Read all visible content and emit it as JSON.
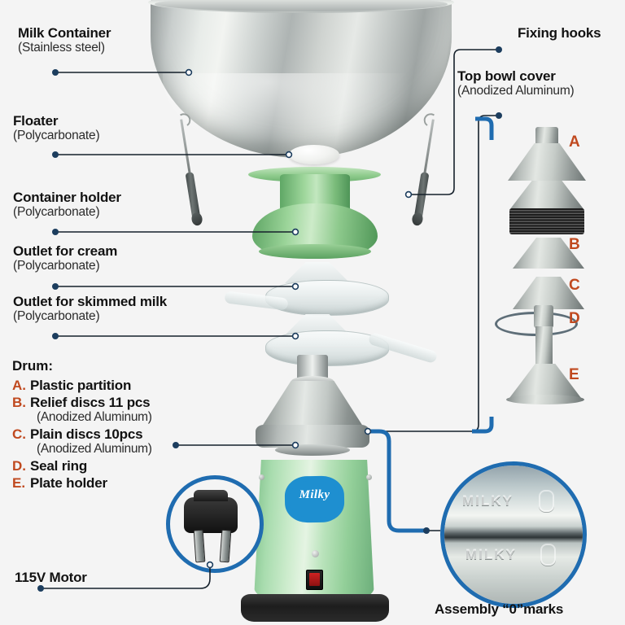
{
  "meta": {
    "colors": {
      "background": "#f4f4f4",
      "letter_orange": "#c0491f",
      "connector_blue": "#1f6cb0",
      "connector_dark": "#15202b",
      "motor_green": "#9bd49c",
      "badge_blue": "#1e8fd0"
    }
  },
  "left_labels": [
    {
      "title": "Milk Container",
      "sub": "(Stainless steel)"
    },
    {
      "title": "Floater",
      "sub": "(Polycarbonate)"
    },
    {
      "title": "Container holder",
      "sub": "(Polycarbonate)"
    },
    {
      "title": "Outlet for cream",
      "sub": "(Polycarbonate)"
    },
    {
      "title": "Outlet for skimmed milk",
      "sub": "(Polycarbonate)"
    }
  ],
  "drum_list": {
    "heading": "Drum:",
    "items": [
      {
        "letter": "A.",
        "text": "Plastic partition",
        "sub": ""
      },
      {
        "letter": "B.",
        "text": "Relief discs 11 pcs",
        "sub": "(Anodized Aluminum)"
      },
      {
        "letter": "C.",
        "text": "Plain discs 10pcs",
        "sub": "(Anodized Aluminum)"
      },
      {
        "letter": "D.",
        "text": "Seal ring",
        "sub": ""
      },
      {
        "letter": "E.",
        "text": "Plate holder",
        "sub": ""
      }
    ]
  },
  "motor_label": {
    "title": "115V Motor"
  },
  "right_labels": {
    "fixing_hooks": {
      "title": "Fixing hooks"
    },
    "top_bowl_cover": {
      "title": "Top bowl cover",
      "sub": "(Anodized Aluminum)"
    }
  },
  "column_letters": [
    {
      "letter": "A"
    },
    {
      "letter": "B"
    },
    {
      "letter": "C"
    },
    {
      "letter": "D"
    },
    {
      "letter": "E"
    }
  ],
  "assembly_inset": {
    "caption": "Assembly “0”marks",
    "emboss_top": "MILKY",
    "emboss_bottom": "MILKY"
  },
  "motor_body": {
    "logo": "Milky"
  }
}
